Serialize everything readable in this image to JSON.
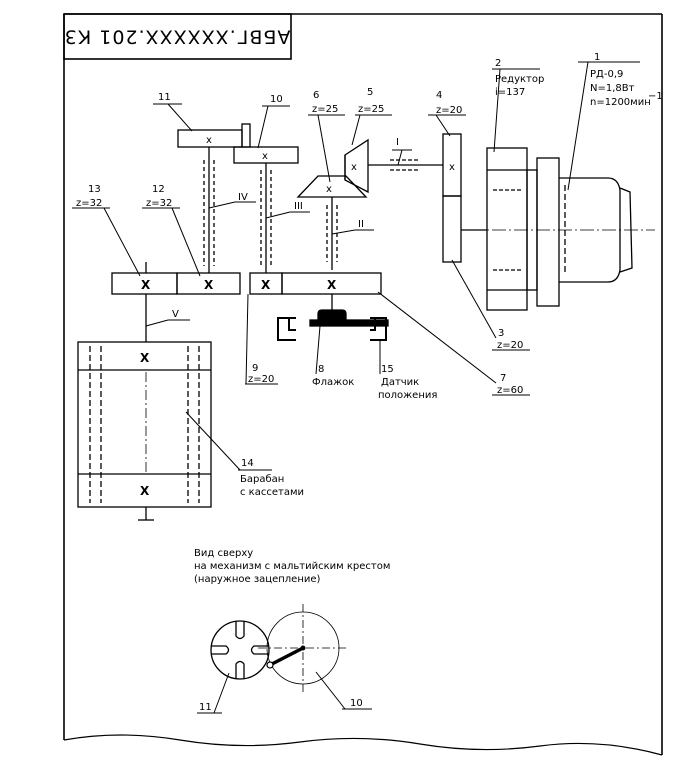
{
  "stamp": {
    "code": "АБВГ.XXXXXX.201 К3"
  },
  "motor": {
    "pos": "1",
    "line1": "РД-0,9",
    "line2": "N=1,8Вт",
    "line3": "n=1200мин",
    "exp": "−1"
  },
  "reducer": {
    "pos": "2",
    "name": "Редуктор",
    "ratio": "i=137"
  },
  "gear3": {
    "pos": "3",
    "z": "z=20"
  },
  "gear4": {
    "pos": "4",
    "z": "z=20"
  },
  "gear5": {
    "pos": "5",
    "z": "z=25"
  },
  "gear6": {
    "pos": "6",
    "z": "z=25"
  },
  "gear7": {
    "pos": "7",
    "z": "z=60"
  },
  "flag": {
    "pos": "8",
    "name": "Флажок"
  },
  "gear9": {
    "pos": "9",
    "z": "z=20"
  },
  "part10": {
    "pos": "10"
  },
  "part11": {
    "pos": "11"
  },
  "gear12": {
    "pos": "12",
    "z": "z=32"
  },
  "gear13": {
    "pos": "13",
    "z": "z=32"
  },
  "drum": {
    "pos": "14",
    "line1": "Барабан",
    "line2": "с кассетами"
  },
  "sensor": {
    "pos": "15",
    "line1": "Датчик",
    "line2": "положения"
  },
  "shafts": {
    "I": "I",
    "II": "II",
    "III": "III",
    "IV": "IV",
    "V": "V"
  },
  "gear_mark": "x",
  "drum_mark": "X",
  "top_view": {
    "line1": "Вид сверху",
    "line2": "на механизм с мальтийским крестом",
    "line3": "(наружное зацепление)",
    "pos_cross": "11",
    "pos_driver": "10"
  }
}
